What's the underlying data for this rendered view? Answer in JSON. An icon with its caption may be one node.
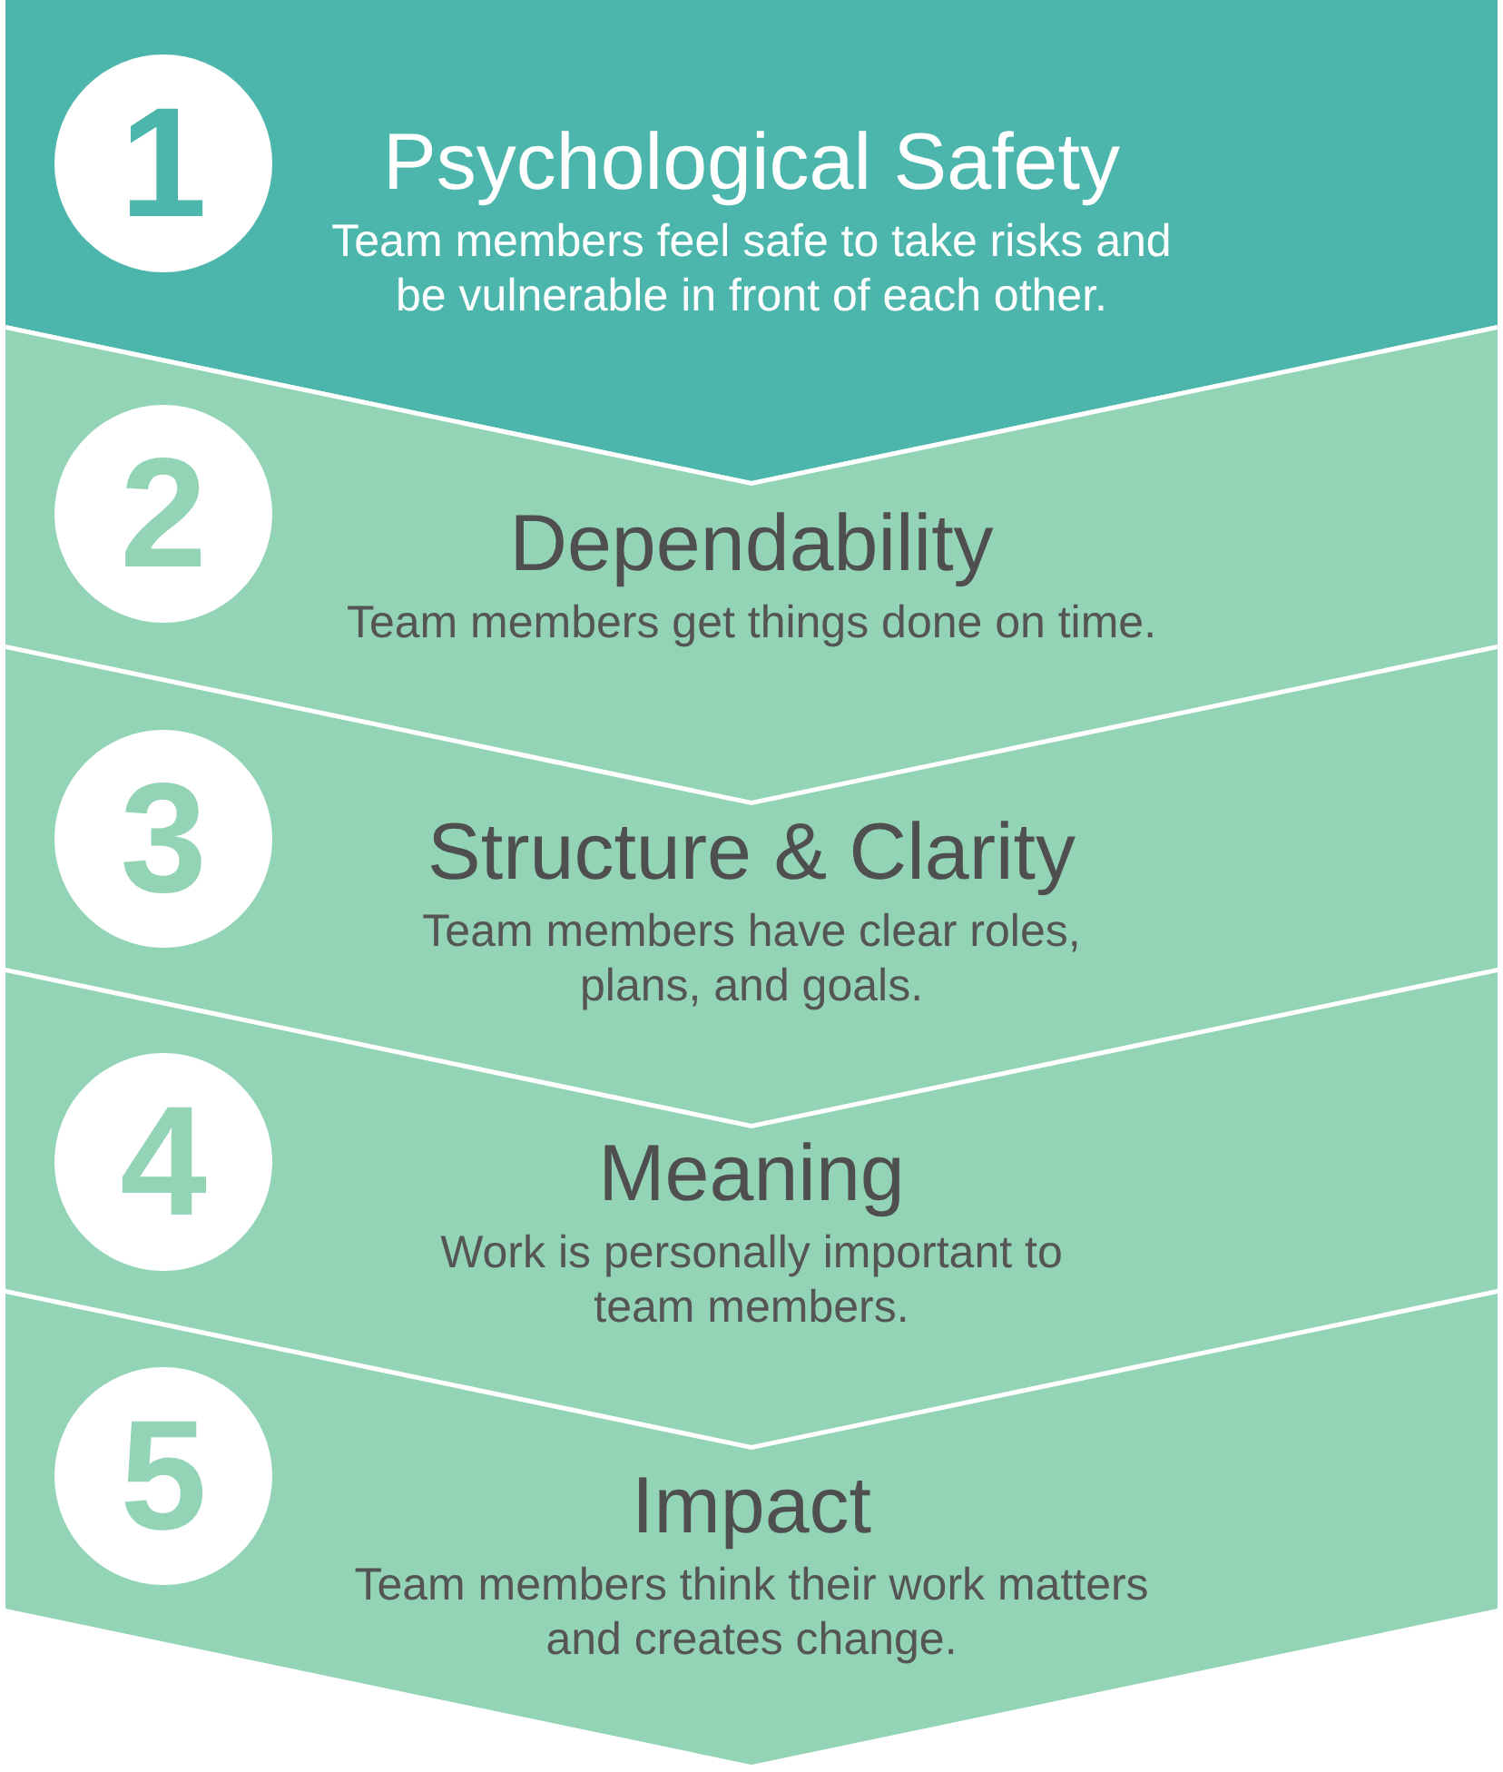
{
  "diagram": {
    "nodes": [
      {
        "text": [
          "Psychological Safety",
          "Team members feel safe to take risks and be vulnerable in front of each other."
        ]
      },
      {
        "text": [
          "1"
        ],
        "in": 0
      },
      {
        "text": [
          "Dependability",
          "Team members get things done on time."
        ]
      },
      {
        "text": [
          "2"
        ],
        "in": 2
      },
      {
        "text": [
          "Structure & Clarity",
          "Team members have clear roles, plans, and goals."
        ]
      },
      {
        "text": [
          "3"
        ],
        "in": 4
      },
      {
        "text": [
          "Meaning",
          "Work is personally important to team members."
        ]
      },
      {
        "text": [
          "4"
        ],
        "in": 6
      },
      {
        "text": [
          "Impact",
          "Team members think their work matters and creates change."
        ]
      },
      {
        "text": [
          "5"
        ],
        "in": 8
      }
    ]
  }
}
